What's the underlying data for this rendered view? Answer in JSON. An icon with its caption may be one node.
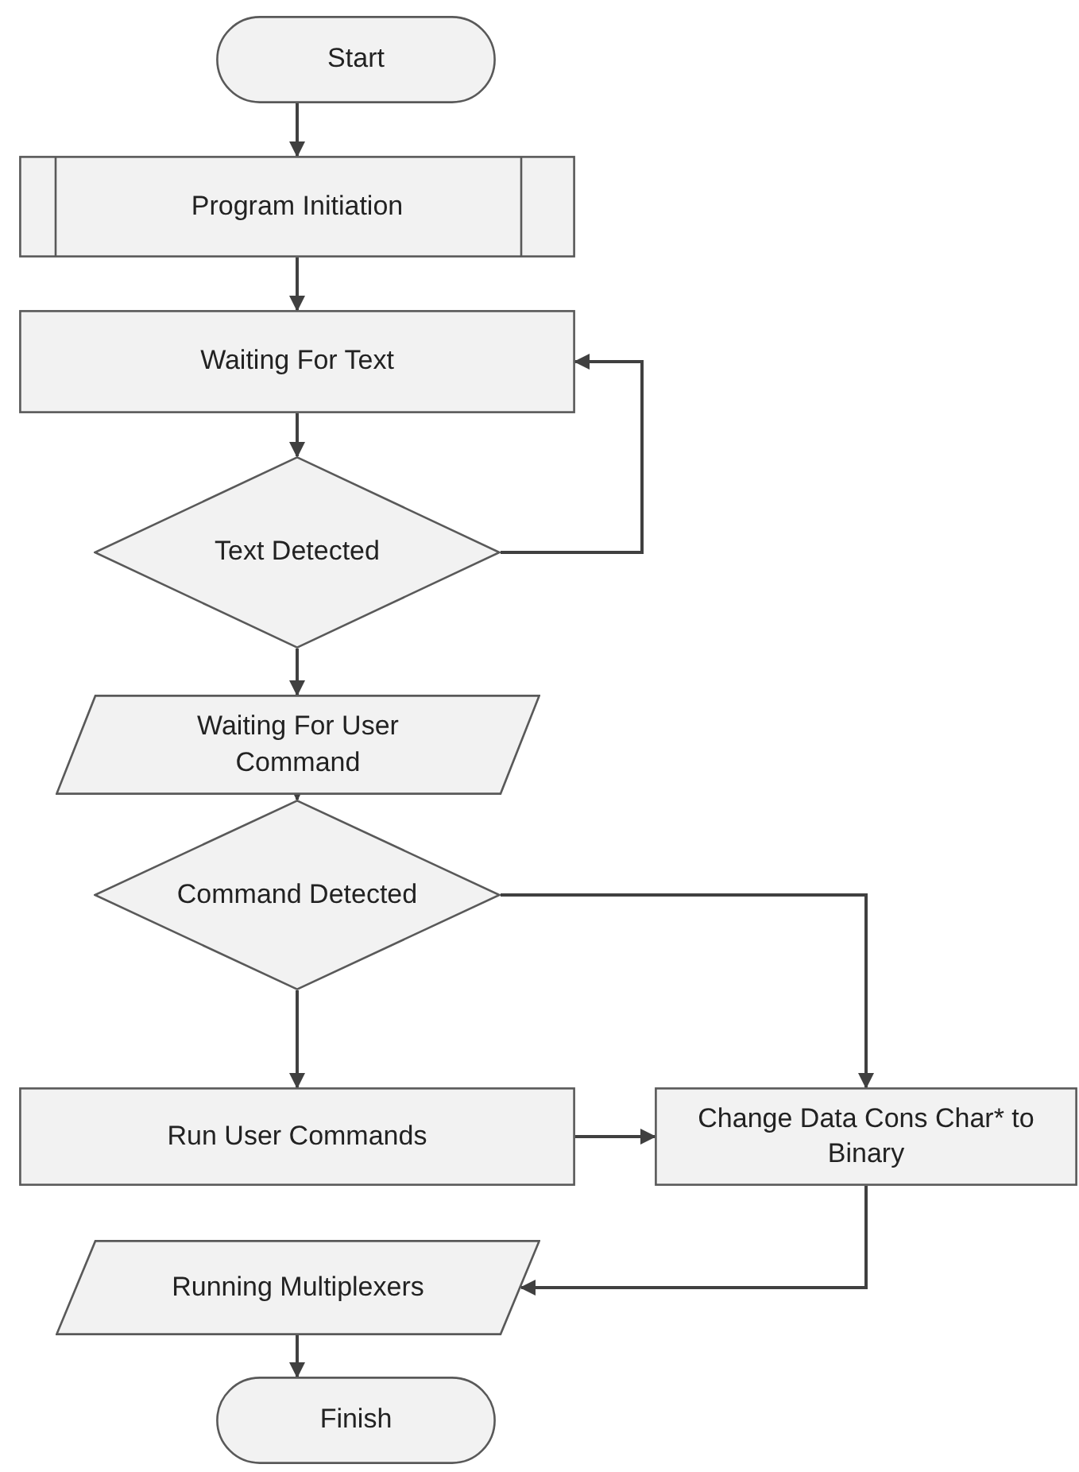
{
  "diagram": {
    "nodes": [
      {
        "text": [
          "Start"
        ]
      },
      {
        "text": [
          "Program Initiation"
        ]
      },
      {
        "text": [
          "Waiting For Text"
        ]
      },
      {
        "text": [
          "Text Detected"
        ]
      },
      {
        "text": [
          "Waiting For User Command"
        ]
      },
      {
        "text": [
          "Command Detected"
        ]
      },
      {
        "text": [
          "Run User Commands"
        ]
      },
      {
        "text": [
          "Change Data Cons Char* to Binary"
        ]
      },
      {
        "text": [
          "Running Multiplexers"
        ]
      },
      {
        "text": [
          "Finish"
        ]
      }
    ],
    "edges": [
      {
        "from": 0,
        "to": 1,
        "arrow": "to"
      },
      {
        "from": 1,
        "to": 2,
        "arrow": "to"
      },
      {
        "from": 2,
        "to": 3,
        "arrow": "to"
      },
      {
        "from": 3,
        "to": 2,
        "arrow": "to"
      },
      {
        "from": 3,
        "to": 4,
        "arrow": "to"
      },
      {
        "from": 4,
        "to": 5,
        "arrow": "to"
      },
      {
        "from": 5,
        "to": 6,
        "arrow": "to"
      },
      {
        "from": 5,
        "to": 7,
        "arrow": "to"
      },
      {
        "from": 6,
        "to": 7,
        "arrow": "to"
      },
      {
        "from": 7,
        "to": 8,
        "arrow": "to"
      },
      {
        "from": 8,
        "to": 9,
        "arrow": "to"
      }
    ]
  }
}
